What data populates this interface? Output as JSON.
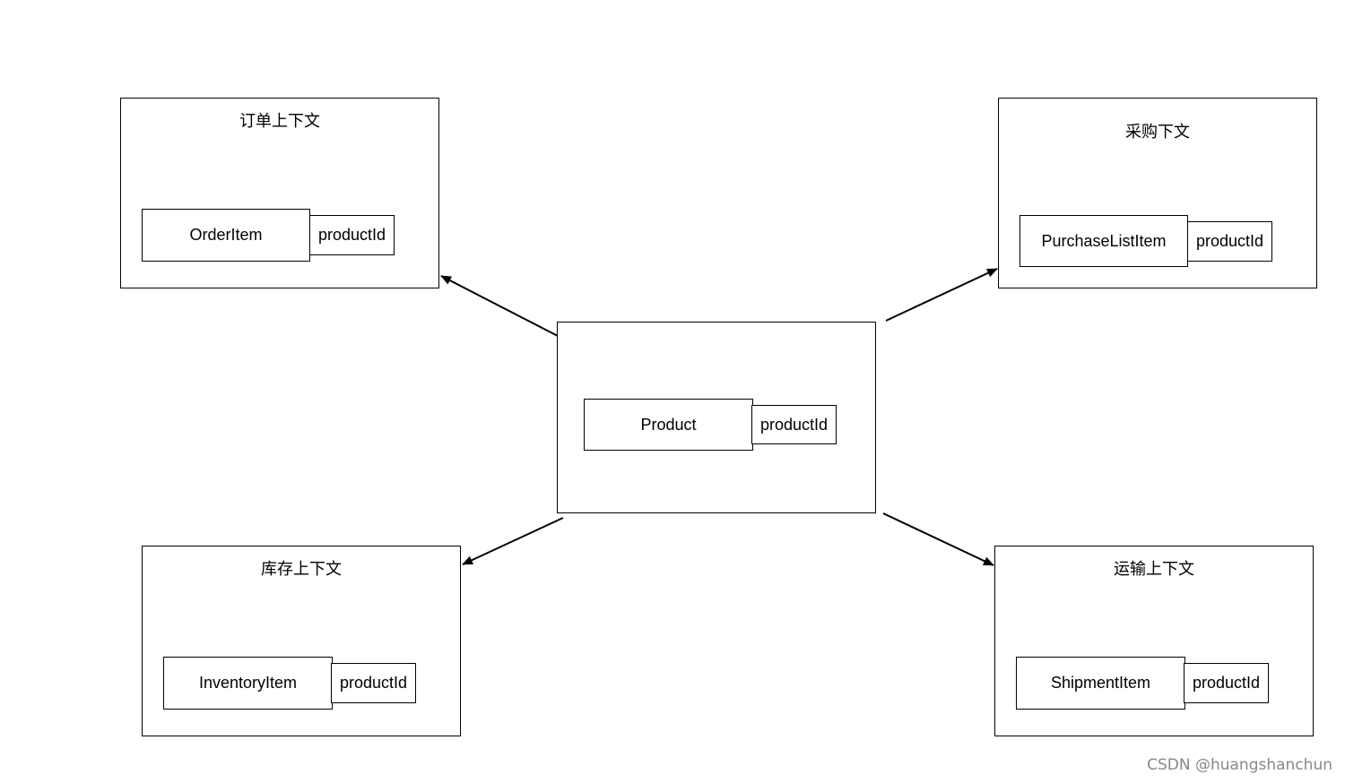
{
  "diagram": {
    "center": {
      "entity": "Product",
      "attribute": "productId"
    },
    "contexts": [
      {
        "key": "order",
        "title": "订单上下文",
        "entity": "OrderItem",
        "attribute": "productId"
      },
      {
        "key": "purchase",
        "title": "采购下文",
        "entity": "PurchaseListItem",
        "attribute": "productId"
      },
      {
        "key": "inventory",
        "title": "库存上下文",
        "entity": "InventoryItem",
        "attribute": "productId"
      },
      {
        "key": "shipment",
        "title": "运输上下文",
        "entity": "ShipmentItem",
        "attribute": "productId"
      }
    ],
    "edges": [
      {
        "from": "center",
        "to": "order"
      },
      {
        "from": "center",
        "to": "purchase"
      },
      {
        "from": "center",
        "to": "inventory"
      },
      {
        "from": "center",
        "to": "shipment"
      }
    ]
  },
  "watermark": "CSDN @huangshanchun",
  "colors": {
    "stroke": "#000000",
    "background": "#ffffff",
    "watermark": "#888888"
  }
}
